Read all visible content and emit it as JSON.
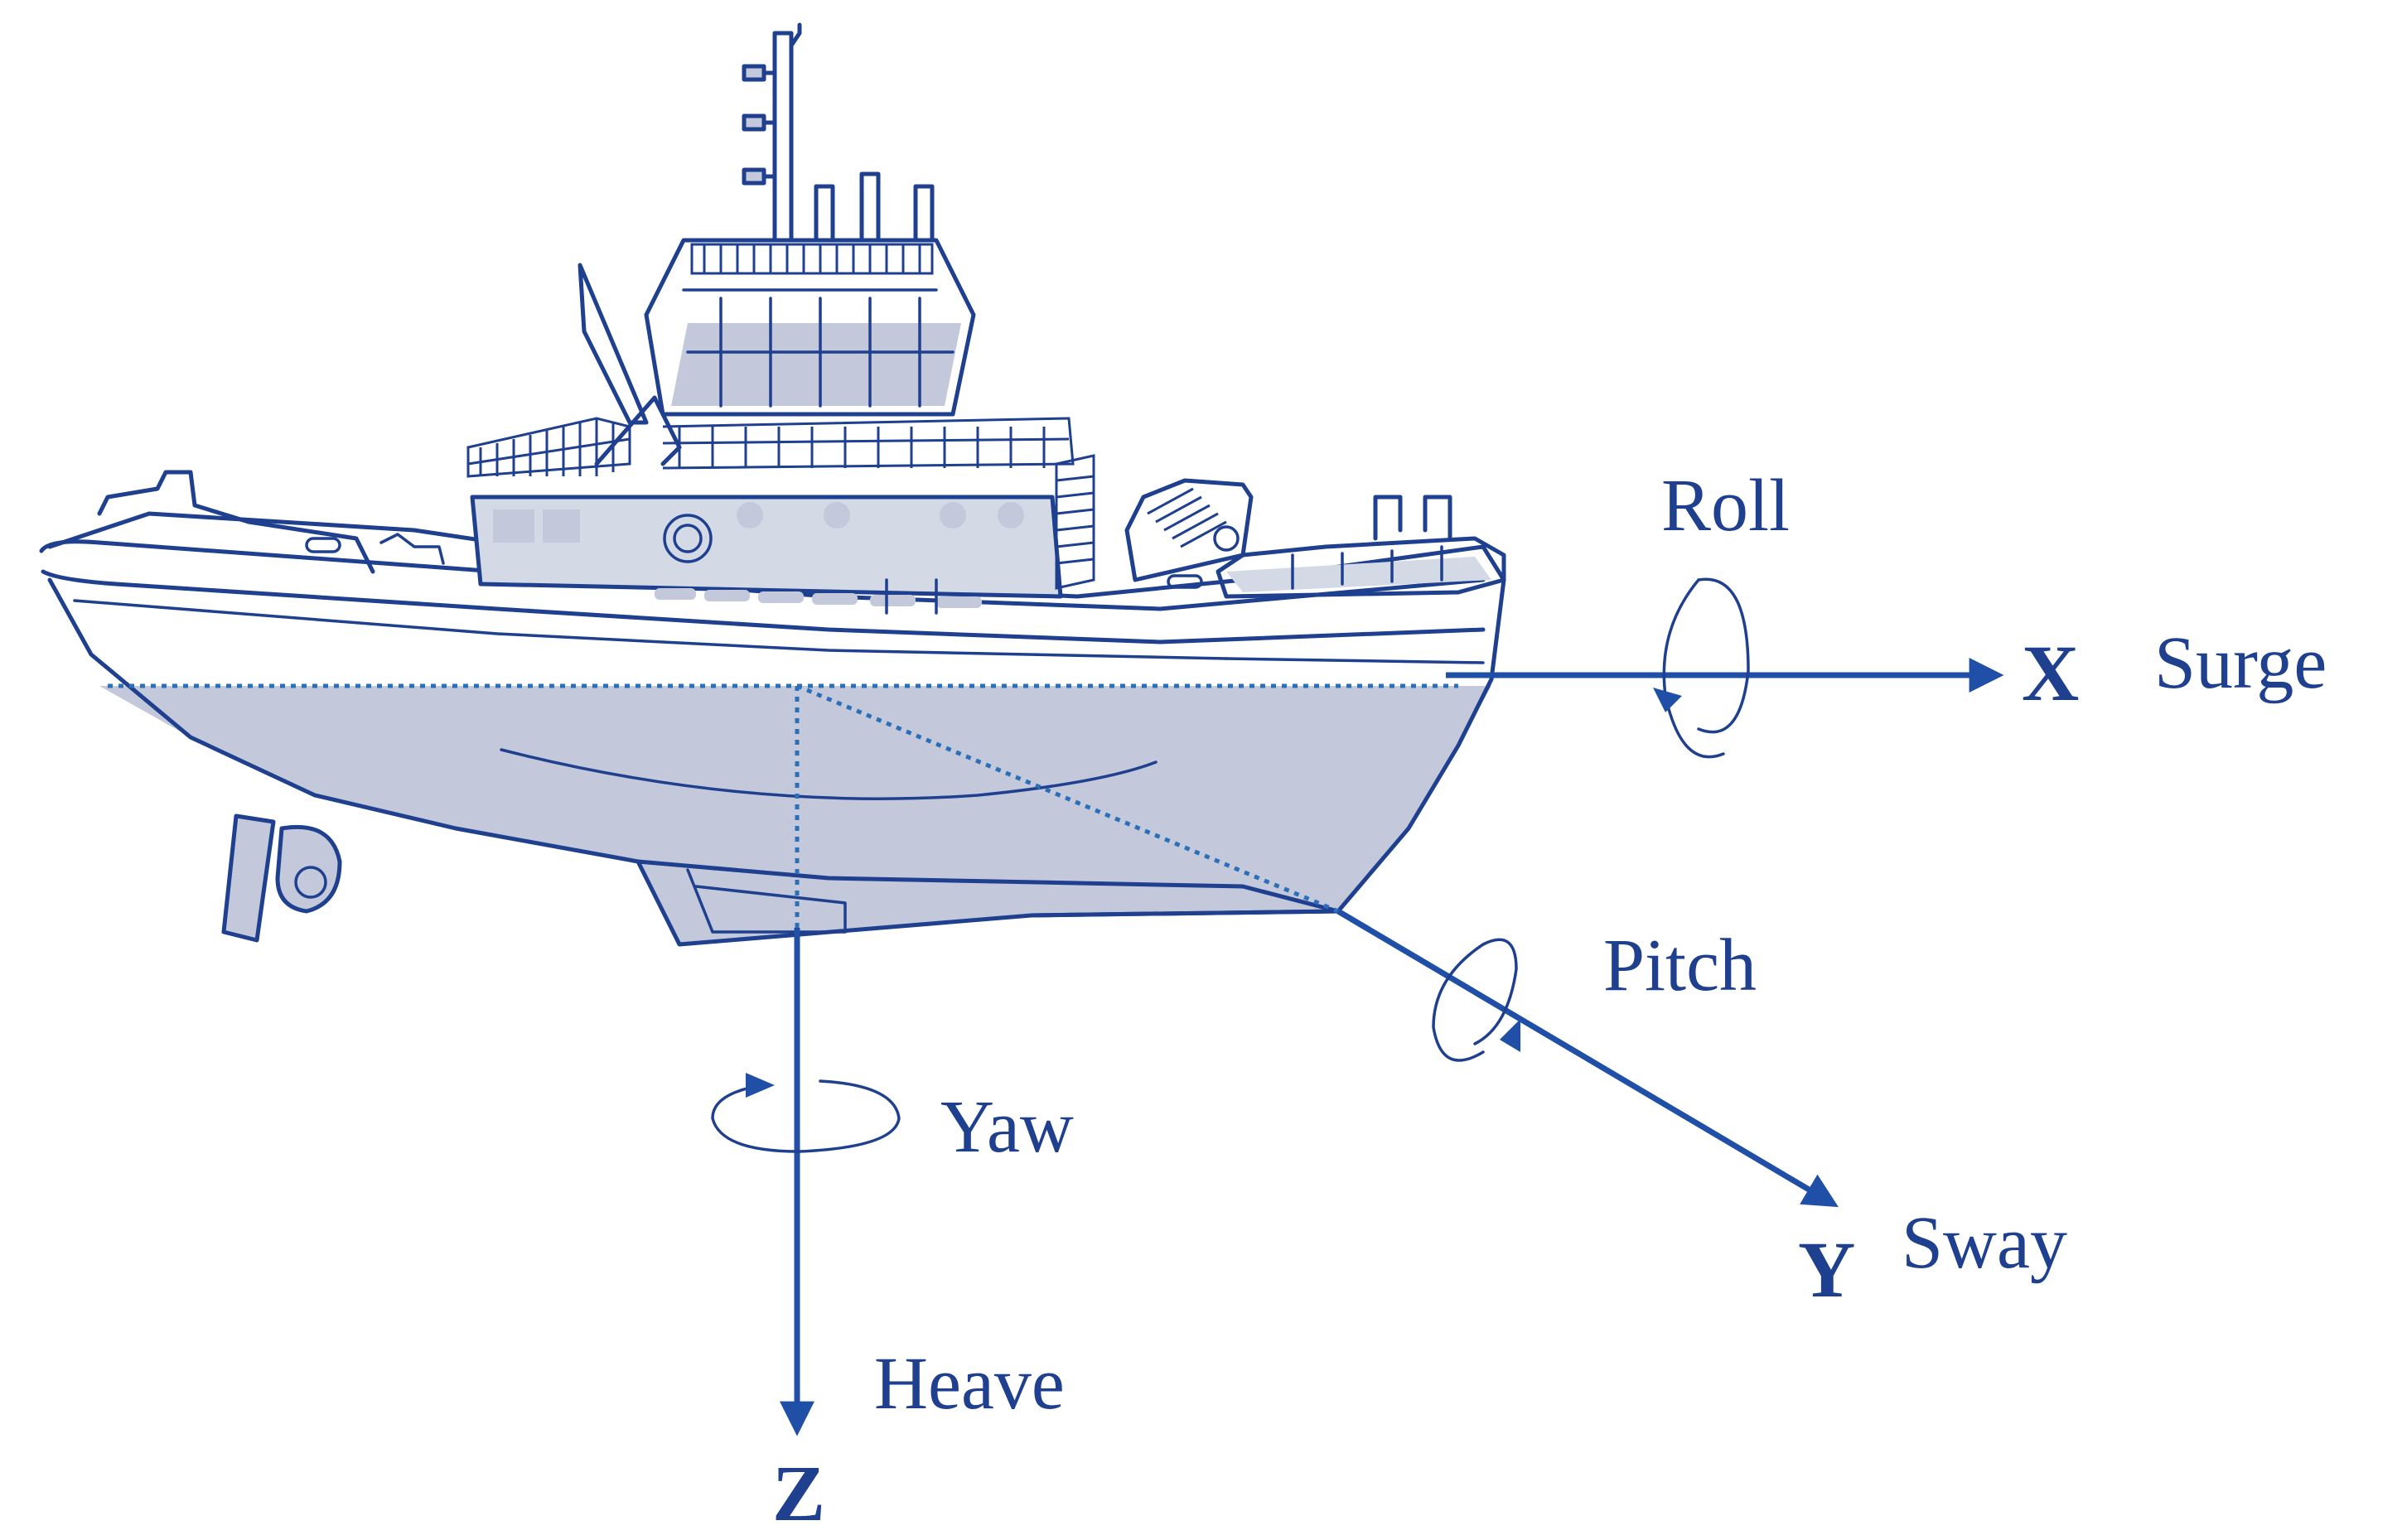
{
  "diagram": {
    "colors": {
      "line": "#1f3f8f",
      "axis": "#1f4fa6",
      "hull_fill": "#c3c9db",
      "dotted": "#2a6fb8"
    },
    "axes": {
      "x": {
        "letter": "X",
        "motion": "Surge",
        "rotation": "Roll"
      },
      "y": {
        "letter": "Y",
        "motion": "Sway",
        "rotation": "Pitch"
      },
      "z": {
        "letter": "Z",
        "motion": "Heave",
        "rotation": "Yaw"
      }
    },
    "icons": [
      "tugboat-illustration",
      "rotation-arrow-icon",
      "axis-arrow-icon"
    ]
  }
}
